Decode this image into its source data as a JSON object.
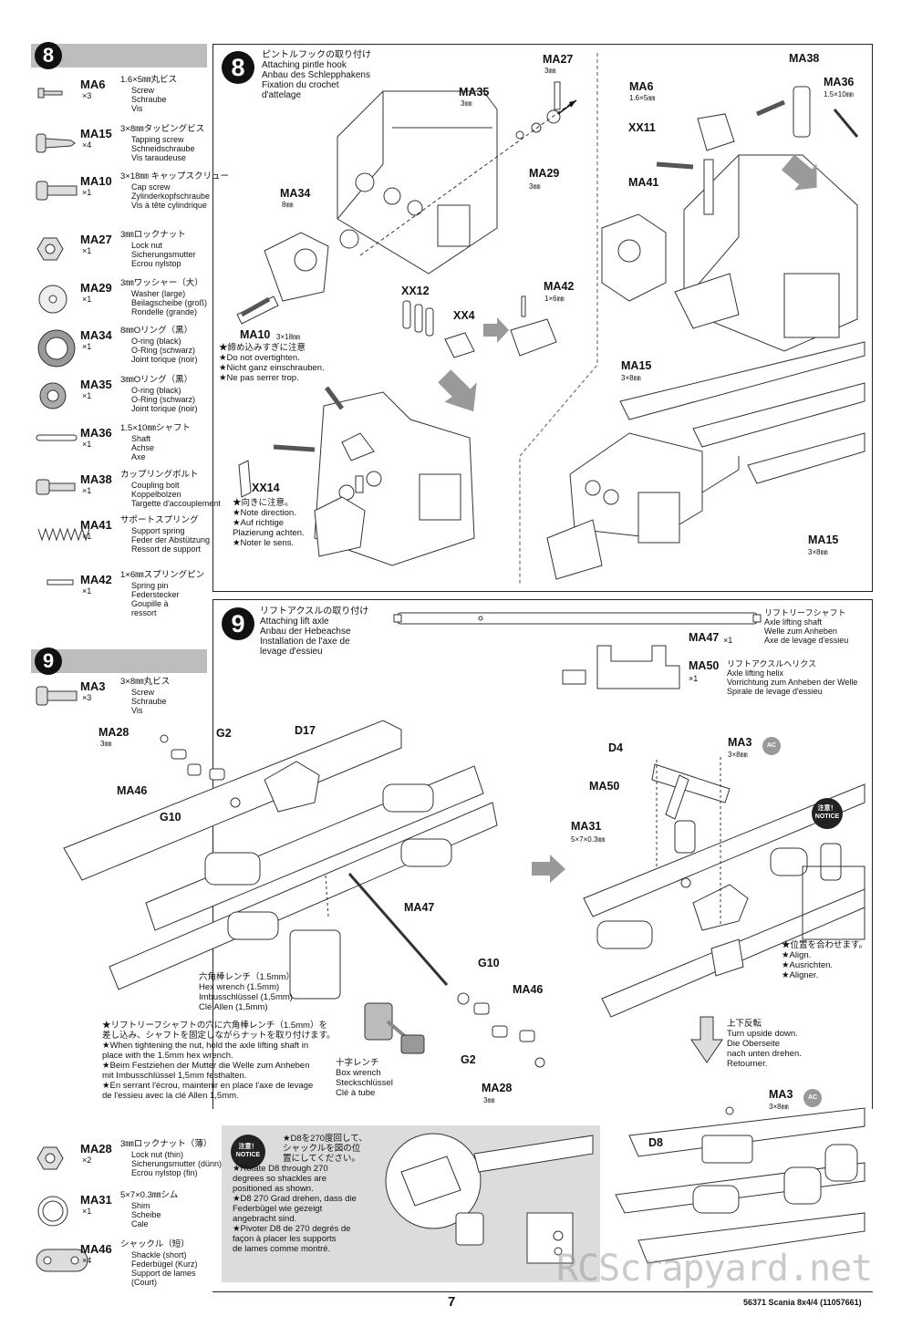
{
  "left_panel": {
    "step8": {
      "number": "8",
      "parts": [
        {
          "code": "MA6",
          "qty": "×3",
          "spec": "1.6×5㎜丸ビス",
          "lines": [
            "Screw",
            "Schraube",
            "Vis"
          ]
        },
        {
          "code": "MA15",
          "qty": "×4",
          "spec": "3×8㎜タッピングビス",
          "lines": [
            "Tapping screw",
            "Schneidschraube",
            "Vis taraudeuse"
          ]
        },
        {
          "code": "MA10",
          "qty": "×1",
          "spec": "3×18㎜ キャップスクリュー",
          "lines": [
            "Cap screw",
            "Zylinderkopfschraube",
            "Vis à tête cylindrique"
          ]
        },
        {
          "code": "MA27",
          "qty": "×1",
          "spec": "3㎜ロックナット",
          "lines": [
            "Lock nut",
            "Sicherungsmutter",
            "Ecrou nylstop"
          ]
        },
        {
          "code": "MA29",
          "qty": "×1",
          "spec": "3㎜ワッシャー（大）",
          "lines": [
            "Washer (large)",
            "Beilagscheibe (groß)",
            "Rondelle (grande)"
          ]
        },
        {
          "code": "MA34",
          "qty": "×1",
          "spec": "8㎜Oリング（黒）",
          "lines": [
            "O-ring (black)",
            "O-Ring (schwarz)",
            "Joint torique (noir)"
          ]
        },
        {
          "code": "MA35",
          "qty": "×1",
          "spec": "3㎜Oリング（黒）",
          "lines": [
            "O-ring (black)",
            "O-Ring (schwarz)",
            "Joint torique (noir)"
          ]
        },
        {
          "code": "MA36",
          "qty": "×1",
          "spec": "1.5×10㎜シャフト",
          "lines": [
            "Shaft",
            "Achse",
            "Axe"
          ]
        },
        {
          "code": "MA38",
          "qty": "×1",
          "spec": "カップリングボルト",
          "lines": [
            "Coupling bolt",
            "Koppelbolzen",
            "Targette d'accouplement"
          ]
        },
        {
          "code": "MA41",
          "qty": "×1",
          "spec": "サポートスプリング",
          "lines": [
            "Support spring",
            "Feder der Abstützung",
            "Ressort de support"
          ]
        },
        {
          "code": "MA42",
          "qty": "×1",
          "spec": "1×6㎜スプリングピン",
          "lines": [
            "Spring pin",
            "Federstecker",
            "Goupille à",
            "ressort"
          ]
        }
      ]
    },
    "step9": {
      "number": "9",
      "parts": [
        {
          "code": "MA3",
          "qty": "×3",
          "spec": "3×8㎜丸ビス",
          "lines": [
            "Screw",
            "Schraube",
            "Vis"
          ]
        }
      ]
    },
    "bottom_parts": [
      {
        "code": "MA28",
        "qty": "×2",
        "spec": "3㎜ロックナット（薄）",
        "lines": [
          "Lock nut (thin)",
          "Sicherungsmutter (dünn)",
          "Ecrou nylstop (fin)"
        ]
      },
      {
        "code": "MA31",
        "qty": "×1",
        "spec": "5×7×0.3㎜シム",
        "lines": [
          "Shim",
          "Scheibe",
          "Cale"
        ]
      },
      {
        "code": "MA46",
        "qty": "×4",
        "spec": "シャックル（短）",
        "lines": [
          "Shackle (short)",
          "Federbügel (Kurz)",
          "Support de lames",
          "(Court)"
        ]
      }
    ]
  },
  "step8_panel": {
    "number": "8",
    "title": [
      "ピントルフックの取り付け",
      "Attaching pintle hook",
      "Anbau des Schlepphakens",
      "Fixation du crochet",
      "d'attelage"
    ],
    "labels": {
      "ma27": "MA27",
      "ma27_sub": "3㎜",
      "ma35": "MA35",
      "ma35_sub": "3㎜",
      "ma29": "MA29",
      "ma29_sub": "3㎜",
      "ma34": "MA34",
      "ma34_sub": "8㎜",
      "ma10": "MA10",
      "ma10_sub": "3×18㎜",
      "xx12": "XX12",
      "xx4": "XX4",
      "ma42": "MA42",
      "ma42_sub": "1×6㎜",
      "xx14": "XX14",
      "ma38": "MA38",
      "ma36": "MA36",
      "ma36_sub": "1.5×10㎜",
      "ma6": "MA6",
      "ma6_sub": "1.6×5㎜",
      "xx11": "XX11",
      "ma41": "MA41",
      "ma15a": "MA15",
      "ma15a_sub": "3×8㎜",
      "ma15b": "MA15",
      "ma15b_sub": "3×8㎜"
    },
    "note_tighten": [
      "★締め込みすぎに注意",
      "★Do not overtighten.",
      "★Nicht ganz einschrauben.",
      "★Ne pas serrer trop."
    ],
    "note_direction": [
      "★向きに注意。",
      "★Note direction.",
      "★Auf richtige",
      "Plazierung achten.",
      "★Noter le sens."
    ]
  },
  "step9_panel": {
    "number": "9",
    "title": [
      "リフトアクスルの取り付け",
      "Attaching lift axle",
      "Anbau der Hebeachse",
      "Installation de l'axe de",
      "levage d'essieu"
    ],
    "ma47": {
      "code": "MA47",
      "qty": "×1",
      "lines": [
        "リフトリーフシャフト",
        "Axle lifting shaft",
        "Welle zum Anheben",
        "Axe de levage d'essieu"
      ]
    },
    "ma50": {
      "code": "MA50",
      "qty": "×1",
      "lines": [
        "リフトアクスルヘリクス",
        "Axle lifting helix",
        "Vorrichtung zum Anheben der Welle",
        "Spirale de levage d'essieu"
      ]
    },
    "labels": {
      "ma28": "MA28",
      "ma28_sub": "3㎜",
      "g2": "G2",
      "d17": "D17",
      "ma46": "MA46",
      "g10": "G10",
      "ma47": "MA47",
      "g10b": "G10",
      "ma46b": "MA46",
      "g2b": "G2",
      "ma28b": "MA28",
      "ma28b_sub": "3㎜",
      "d4": "D4",
      "ma3": "MA3",
      "ma3_sub": "3×8㎜",
      "ma50": "MA50",
      "ma31": "MA31",
      "ma31_sub": "5×7×0.3㎜",
      "d8": "D8",
      "ma3b": "MA3",
      "ma3b_sub": "3×8㎜",
      "ac": "AC"
    },
    "hex_wrench": [
      "六角棒レンチ（1.5mm）",
      "Hex wrench (1.5mm)",
      "Imbusschlüssel (1,5mm)",
      "Clé Allen (1,5mm)"
    ],
    "box_wrench": [
      "十字レンチ",
      "Box wrench",
      "Steckschlüssel",
      "Clé à tube"
    ],
    "note_shaft": [
      "★リフトリーフシャフトの穴に六角棒レンチ（1.5mm）を",
      "差し込み、シャフトを固定しながらナットを取り付けます。",
      "★When tightening the nut, hold the axle lifting shaft in",
      "place with the 1.5mm hex wrench.",
      "★Beim Festziehen der Mutter die Welle zum Anheben",
      "mit Imbusschlüssel 1,5mm festhalten.",
      "★En serrant l'écrou, maintenir en place l'axe de levage",
      "de l'essieu avec la clé Allen 1,5mm."
    ],
    "notice_badge": [
      "注意！",
      "NOTICE"
    ],
    "align": [
      "★位置を合わせます。",
      "★Align.",
      "★Ausrichten.",
      "★Aligner."
    ],
    "turn": [
      "上下反転",
      "Turn upside down.",
      "Die Oberseite",
      "nach unten drehen.",
      "Retourner."
    ],
    "rotate_note": [
      "★D8を270度回して、",
      "シャックルを図の位",
      "置にしてください。",
      "★Rotate D8 through 270",
      "degrees so shackles are",
      "positioned as shown.",
      "★D8 270 Grad drehen, dass die",
      "Federbügel wie gezeigt",
      "angebracht sind.",
      "★Pivoter D8 de 270 degrés de",
      "façon à placer les supports",
      "de lames comme montré."
    ]
  },
  "footer": {
    "page_number": "7",
    "model": "56371 Scania 8x4/4 (11057661)",
    "watermark": "RCScrapyard.net"
  }
}
